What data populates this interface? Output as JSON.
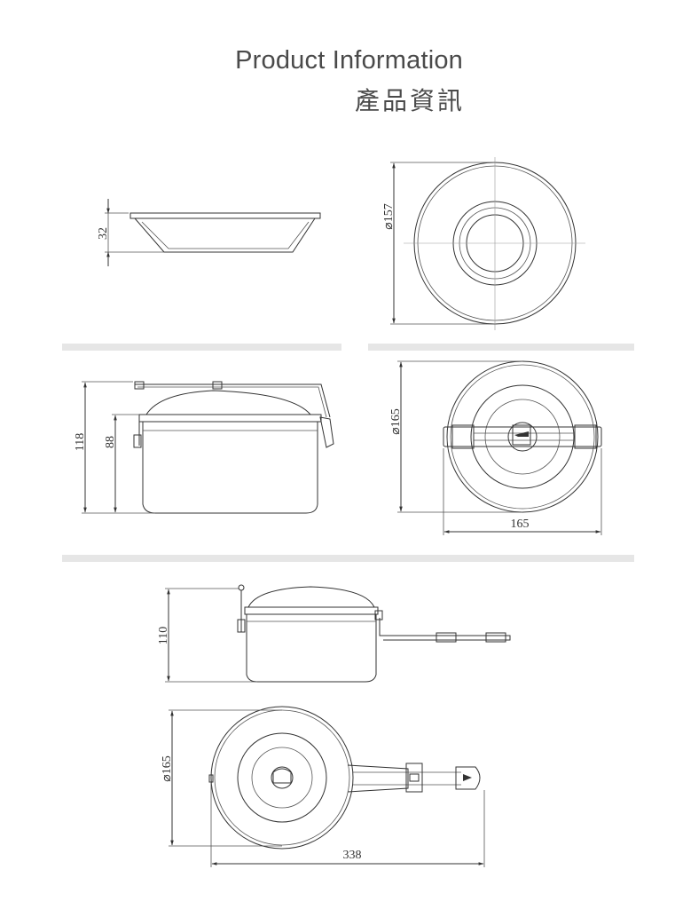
{
  "header": {
    "title_en": "Product Information",
    "title_zh": "產品資訊"
  },
  "dimensions": {
    "plate_height": "32",
    "plate_diameter": "⌀157",
    "pot_total_height": "118",
    "pot_body_height": "88",
    "pot_diameter": "⌀165",
    "pot_width": "165",
    "handle_pot_height": "110",
    "handle_pot_diameter": "⌀165",
    "handle_pot_length": "338"
  }
}
